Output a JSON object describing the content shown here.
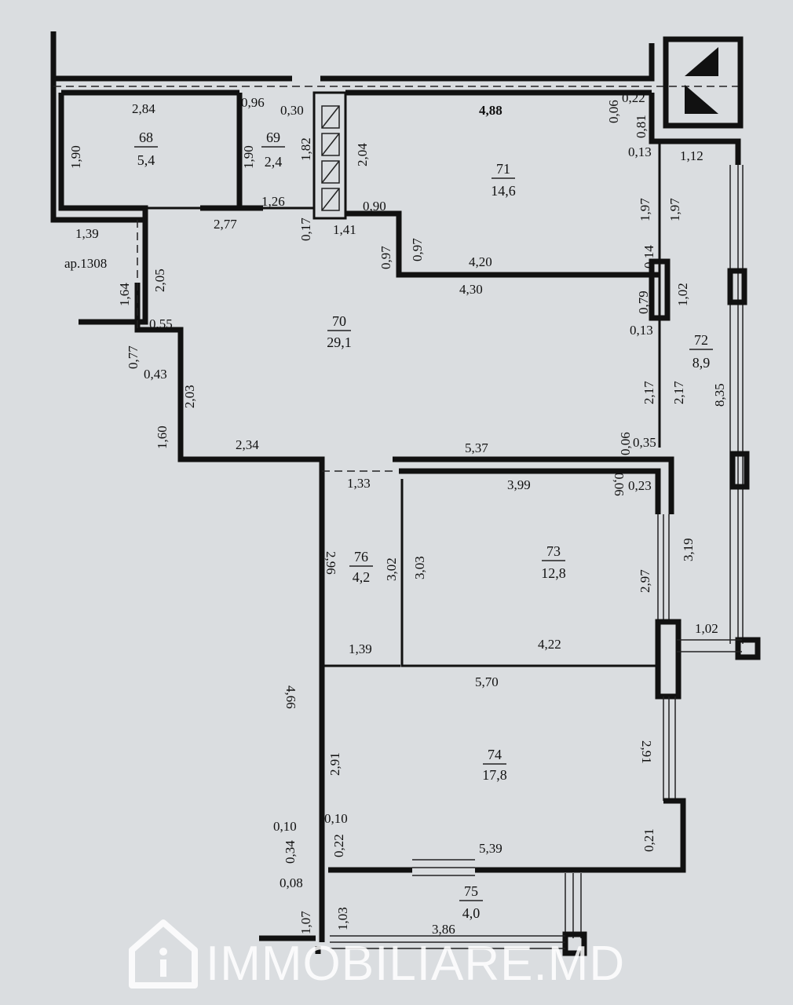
{
  "plan": {
    "rooms": [
      {
        "number": "68",
        "area": "5,4"
      },
      {
        "number": "69",
        "area": "2,4"
      },
      {
        "number": "71",
        "area": "14,6"
      },
      {
        "number": "70",
        "area": "29,1"
      },
      {
        "number": "72",
        "area": "8,9"
      },
      {
        "number": "76",
        "area": "4,2"
      },
      {
        "number": "73",
        "area": "12,8"
      },
      {
        "number": "74",
        "area": "17,8"
      },
      {
        "number": "75",
        "area": "4,0"
      }
    ],
    "apartment_label": "ар.1308",
    "dims_h": [
      "2,84",
      "0,96",
      "0,30",
      "4,88",
      "0,22",
      "0,13",
      "1,12",
      "1,26",
      "2,77",
      "0,90",
      "1,41",
      "1,39",
      "4,20",
      "4,30",
      "0,13",
      "0,55",
      "0,43",
      "2,34",
      "0,35",
      "5,37",
      "1,33",
      "3,99",
      "0,23",
      "1,39",
      "4,22",
      "5,70",
      "1,02",
      "0,10",
      "0,10",
      "0,08",
      "5,39",
      "3,86"
    ],
    "dims_v": [
      "1,90",
      "1,90",
      "1,82",
      "2,04",
      "0,17",
      "0,97",
      "0,97",
      "0,06",
      "0,81",
      "1,97",
      "1,97",
      "0,14",
      "0,79",
      "1,02",
      "2,17",
      "2,17",
      "8,35",
      "0,06",
      "3,19",
      "2,97",
      "3,02",
      "3,03",
      "2,91",
      "0,34",
      "0,22",
      "0,21",
      "1,07",
      "1,03",
      "1,64",
      "2,05",
      "0,77",
      "2,03",
      "1,60"
    ],
    "dims_v_flip": [
      "0,06",
      "2,96",
      "4,66",
      "2,91"
    ]
  },
  "watermark": {
    "text": "IMMOBILIARE.MD",
    "icon": "house-info-icon"
  }
}
